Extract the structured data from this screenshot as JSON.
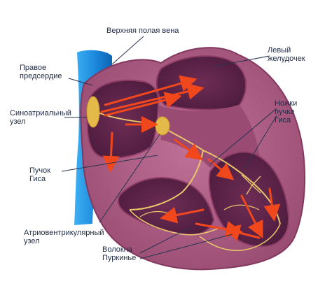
{
  "labels": {
    "superior_vena_cava": "Верхняя полая вена",
    "left_ventricle": "Левый\nжелудочек",
    "right_atrium": "Правое\nпредсердие",
    "bundle_branches": "Ножки\nпучка\nГиса",
    "sa_node": "Синоатриальный\nузел",
    "bundle_of_his": "Пучок\nГиса",
    "av_node": "Атриовентрикулярный\nузел",
    "purkinje_fibers": "Волокна\nПуркинье"
  },
  "colors": {
    "vena_cava": "#1e8de0",
    "heart_outer": "#a8577e",
    "heart_inner": "#7c2f58",
    "chamber": "#5a2244",
    "node": "#e3b94a",
    "conduction": "#e8c46a",
    "arrow": "#f0471d",
    "leader": "#2a3350"
  }
}
